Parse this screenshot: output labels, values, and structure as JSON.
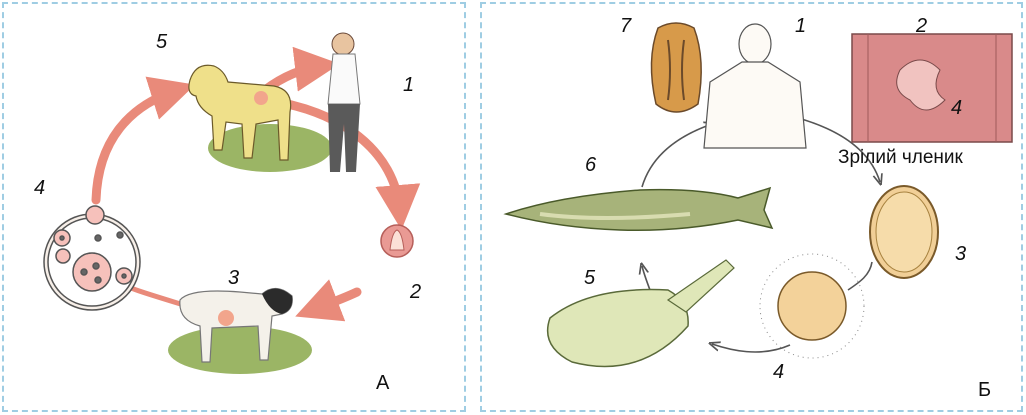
{
  "panel_a": {
    "letter": "А",
    "numbers": {
      "n1": "1",
      "n2": "2",
      "n3": "3",
      "n4": "4",
      "n5": "5"
    }
  },
  "panel_b": {
    "letter": "Б",
    "numbers": {
      "n1": "1",
      "n2": "2",
      "n3": "3",
      "n4a": "4",
      "n4b": "4",
      "n5": "5",
      "n6": "6",
      "n7": "7"
    },
    "caption": "Зрілий членик"
  },
  "colors": {
    "border": "#9fcde3",
    "arrow_a": "#e98a7a",
    "ground": "#8aa84a",
    "dog": "#efe08a",
    "segment": "#d98a8a"
  }
}
